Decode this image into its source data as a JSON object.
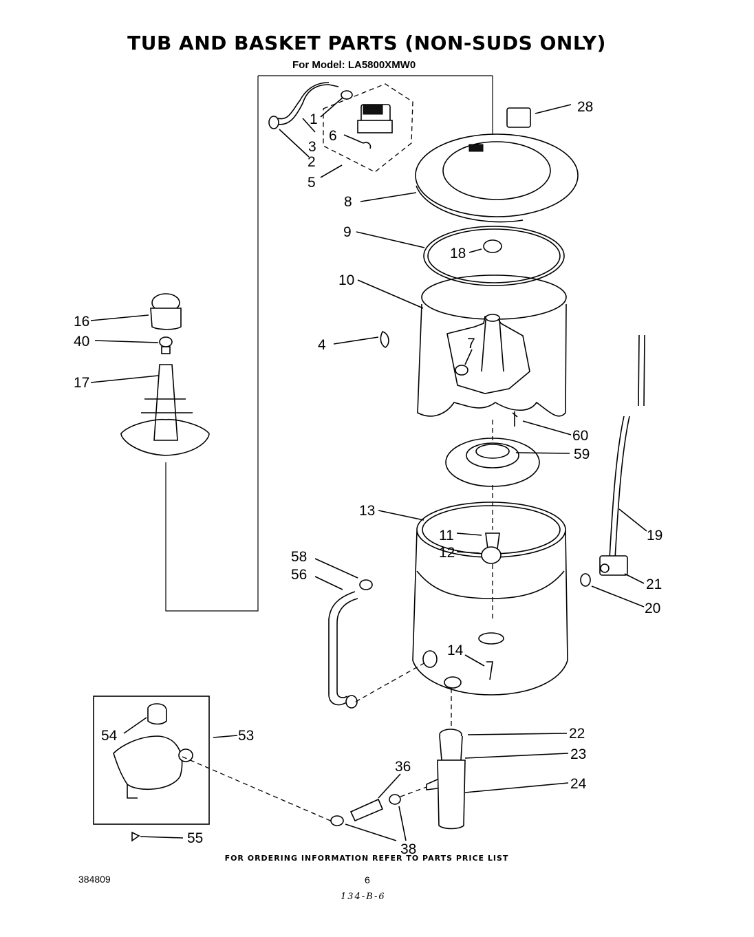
{
  "header": {
    "title": "TUB AND BASKET PARTS (NON-SUDS ONLY)",
    "subtitle": "For Model: LA5800XMW0"
  },
  "footer": {
    "note": "FOR ORDERING INFORMATION REFER TO PARTS PRICE LIST",
    "doc_number": "384809",
    "page_number": "6",
    "handwritten": "134-B-6"
  },
  "callouts": {
    "c1": "1",
    "c2": "2",
    "c3": "3",
    "c4": "4",
    "c5": "5",
    "c6": "6",
    "c7": "7",
    "c8": "8",
    "c9": "9",
    "c10": "10",
    "c11": "11",
    "c12": "12",
    "c13": "13",
    "c14": "14",
    "c16": "16",
    "c17": "17",
    "c18": "18",
    "c19": "19",
    "c20": "20",
    "c21": "21",
    "c22": "22",
    "c23": "23",
    "c24": "24",
    "c28": "28",
    "c36": "36",
    "c38": "38",
    "c40": "40",
    "c53": "53",
    "c54": "54",
    "c55": "55",
    "c56": "56",
    "c58": "58",
    "c59": "59",
    "c60": "60"
  }
}
